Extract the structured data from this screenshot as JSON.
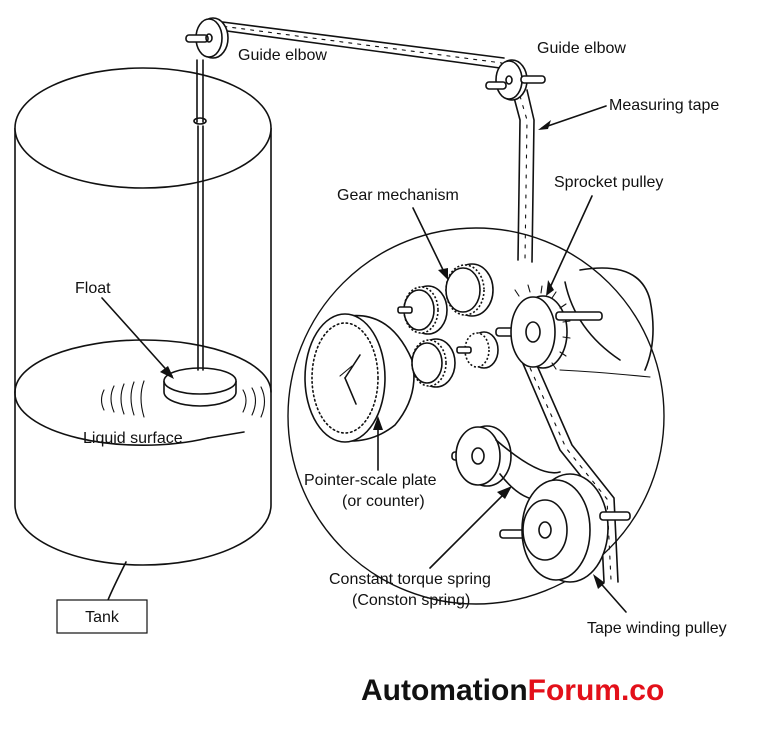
{
  "labels": {
    "guide_elbow_left": "Guide elbow",
    "guide_elbow_right": "Guide elbow",
    "measuring_tape": "Measuring tape",
    "sprocket_pulley": "Sprocket pulley",
    "gear_mechanism": "Gear mechanism",
    "float": "Float",
    "liquid_surface": "Liquid surface",
    "pointer_scale_line1": "Pointer-scale plate",
    "pointer_scale_line2": "(or counter)",
    "spring_line1": "Constant torque spring",
    "spring_line2": "(Conston spring)",
    "tape_winding_pulley": "Tape winding pulley",
    "tank": "Tank"
  },
  "brand": {
    "part1": "Automation",
    "part2": "Forum.co",
    "color1": "#111111",
    "color2": "#e3101a"
  }
}
